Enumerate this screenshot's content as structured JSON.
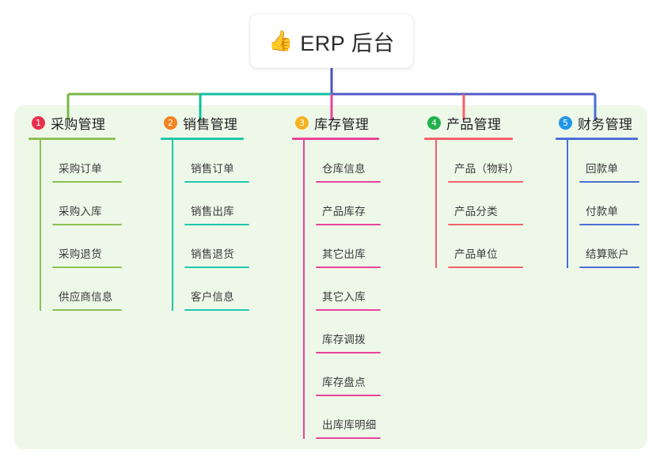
{
  "root": {
    "icon": "thumbs-up-icon",
    "icon_glyph": "👍",
    "title": "ERP 后台"
  },
  "palette": {
    "panel_bg": "#eef8e9",
    "page_bg": "#ffffff",
    "root_drop_line": "#4a51c4",
    "trunk_left": "#7ab648",
    "trunk_mid": "#12bfa0",
    "trunk_right": "#5358c8"
  },
  "columns": [
    {
      "index": "1",
      "badge_label": "1",
      "badge_color": "#e8304f",
      "title": "采购管理",
      "line_color": "#8cc152",
      "drop_color": "#7ab648",
      "items": [
        {
          "label": "采购订单"
        },
        {
          "label": "采购入库"
        },
        {
          "label": "采购退货"
        },
        {
          "label": "供应商信息"
        }
      ]
    },
    {
      "index": "2",
      "badge_label": "2",
      "badge_color": "#f58220",
      "title": "销售管理",
      "line_color": "#1fc8ac",
      "drop_color": "#12bfa0",
      "items": [
        {
          "label": "销售订单"
        },
        {
          "label": "销售出库"
        },
        {
          "label": "销售退货"
        },
        {
          "label": "客户信息"
        }
      ]
    },
    {
      "index": "3",
      "badge_label": "3",
      "badge_color": "#f5b320",
      "title": "库存管理",
      "line_color": "#e8449a",
      "drop_color": "#e8449a",
      "items": [
        {
          "label": "仓库信息"
        },
        {
          "label": "产品库存"
        },
        {
          "label": "其它出库"
        },
        {
          "label": "其它入库"
        },
        {
          "label": "库存调拨"
        },
        {
          "label": "库存盘点"
        },
        {
          "label": "出库库明细"
        }
      ]
    },
    {
      "index": "4",
      "badge_label": "4",
      "badge_color": "#21b04b",
      "title": "产品管理",
      "line_color": "#f4616b",
      "drop_color": "#f4616b",
      "items": [
        {
          "label": "产品（物料）"
        },
        {
          "label": "产品分类"
        },
        {
          "label": "产品单位"
        }
      ]
    },
    {
      "index": "5",
      "badge_label": "5",
      "badge_color": "#2196e8",
      "title": "财务管理",
      "line_color": "#4a6fd4",
      "drop_color": "#4a6fd4",
      "items": [
        {
          "label": "回款单"
        },
        {
          "label": "付款单"
        },
        {
          "label": "结算账户"
        }
      ]
    }
  ]
}
